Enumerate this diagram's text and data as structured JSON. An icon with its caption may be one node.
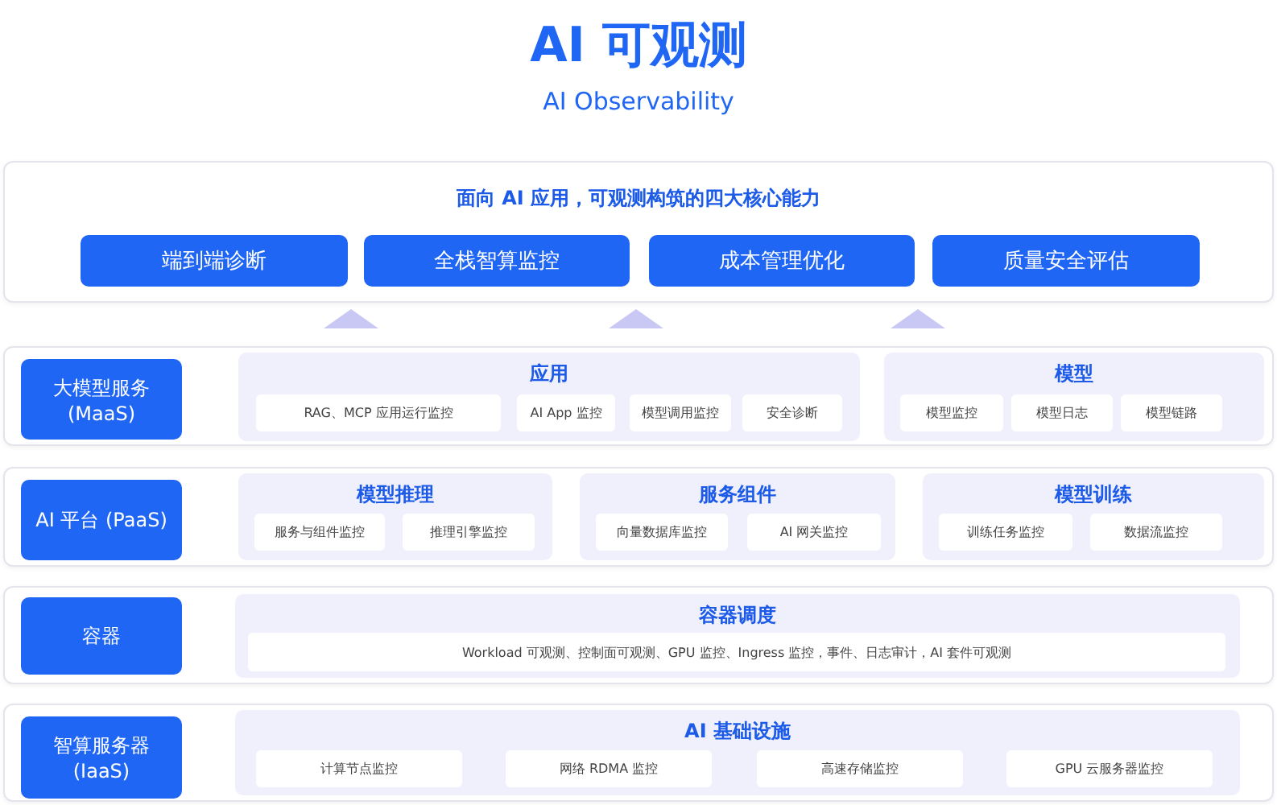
{
  "diagram": {
    "title": "AI 可观测",
    "nodes": [
      {
        "text": [
          "面向 AI 应用，可观测构筑的四大核心能力"
        ]
      },
      {
        "text": [
          "端到端诊断"
        ],
        "in": 0
      },
      {
        "text": [
          "全栈智算监控"
        ],
        "in": 0
      },
      {
        "text": [
          "成本管理优化"
        ],
        "in": 0
      },
      {
        "text": [
          "质量安全评估"
        ],
        "in": 0
      },
      {
        "text": [],
        "shape": "box"
      },
      {
        "text": [
          "大模型服务 (MaaS)"
        ],
        "in": 5
      },
      {
        "text": [
          "应用"
        ],
        "in": 5
      },
      {
        "text": [
          "RAG、MCP 应用运行监控"
        ],
        "in": 7
      },
      {
        "text": [
          "AI App 监控"
        ],
        "in": 7
      },
      {
        "text": [
          "模型调用监控"
        ],
        "in": 7
      },
      {
        "text": [
          "安全诊断"
        ],
        "in": 7
      },
      {
        "text": [
          "模型"
        ],
        "in": 5
      },
      {
        "text": [
          "模型监控"
        ],
        "in": 12
      },
      {
        "text": [
          "模型日志"
        ],
        "in": 12
      },
      {
        "text": [
          "模型链路"
        ],
        "in": 12
      },
      {
        "text": [],
        "shape": "box"
      },
      {
        "text": [
          "AI 平台 (PaaS)"
        ],
        "in": 16
      },
      {
        "text": [
          "模型推理"
        ],
        "in": 16
      },
      {
        "text": [
          "服务与组件监控"
        ],
        "in": 18
      },
      {
        "text": [
          "推理引擎监控"
        ],
        "in": 18
      },
      {
        "text": [
          "服务组件"
        ],
        "in": 16
      },
      {
        "text": [
          "向量数据库监控"
        ],
        "in": 21
      },
      {
        "text": [
          "AI 网关监控"
        ],
        "in": 21
      },
      {
        "text": [
          "模型训练"
        ],
        "in": 16
      },
      {
        "text": [
          "训练任务监控"
        ],
        "in": 24
      },
      {
        "text": [
          "数据流监控"
        ],
        "in": 24
      },
      {
        "text": [],
        "shape": "box"
      },
      {
        "text": [
          "容器"
        ],
        "in": 27
      },
      {
        "text": [
          "容器调度"
        ],
        "in": 27
      },
      {
        "text": [
          "Workload 可观测、控制面可观测、GPU 监控、Ingress 监控，事件、日志审计，AI 套件可观测"
        ],
        "in": 29
      },
      {
        "text": [],
        "shape": "box"
      },
      {
        "text": [
          "智算服务器 (IaaS)"
        ],
        "in": 31
      },
      {
        "text": [
          "AI 基础设施"
        ],
        "in": 31
      },
      {
        "text": [
          "计算节点监控"
        ],
        "in": 33
      },
      {
        "text": [
          "网络 RDMA 监控"
        ],
        "in": 33
      },
      {
        "text": [
          "高速存储监控"
        ],
        "in": 33
      },
      {
        "text": [
          "GPU 云服务器监控"
        ],
        "in": 33
      }
    ],
    "labels": [
      "AI Observability"
    ]
  }
}
